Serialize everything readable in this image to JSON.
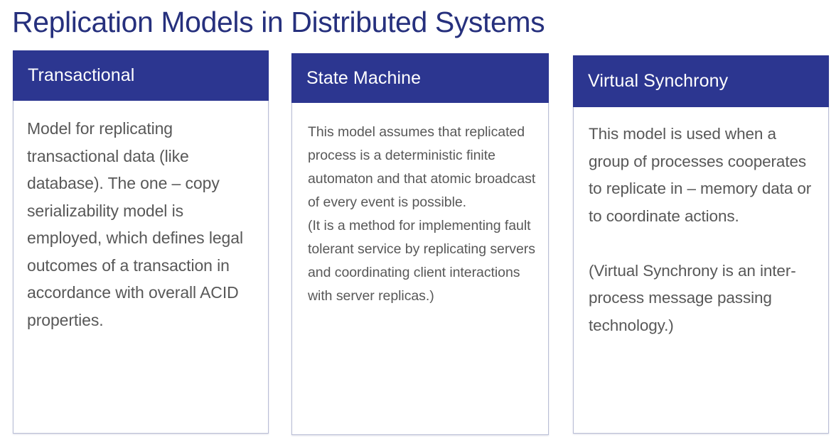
{
  "slide": {
    "title": "Replication Models in Distributed Systems",
    "title_color": "#26307d",
    "background_color": "#ffffff",
    "header_color": "#2c3690",
    "header_text_color": "#ffffff",
    "body_text_color": "#585858",
    "card_border_color": "#b9bed6"
  },
  "cards": [
    {
      "header": "Transactional",
      "body": "Model for replicating transactional data (like database). The one – copy serializability model is employed, which defines legal outcomes of a transaction in accordance with overall ACID properties."
    },
    {
      "header": "State Machine",
      "body": "This model assumes that replicated process is a deterministic finite automaton and that atomic broadcast of every event is possible.\n(It is a method for implementing fault tolerant service by replicating servers and coordinating client interactions with server replicas.)"
    },
    {
      "header": "Virtual Synchrony",
      "body": "This model is used when a group of processes cooperates to replicate in – memory data or to coordinate actions.\n\n(Virtual Synchrony is an inter-process message passing technology.)"
    }
  ]
}
